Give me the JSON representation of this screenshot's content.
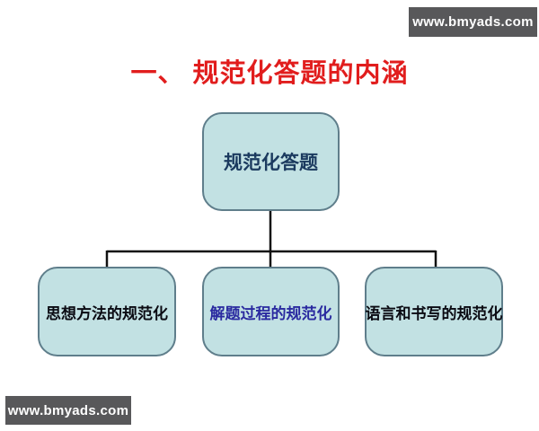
{
  "page": {
    "background_color": "#ffffff",
    "banner_bg_color": "#58585a",
    "banner_text_color": "#ffffff",
    "watermark_top": "www.bmyads.com",
    "watermark_bottom": "www.bmyads.com"
  },
  "title": {
    "text": "一、 规范化答题的内涵",
    "color": "#e11d1d"
  },
  "diagram": {
    "type": "hierarchy",
    "box_fill_color": "#c2e1e3",
    "box_border_color": "#5f7e8b",
    "connector_color": "#111111",
    "root": {
      "label": "规范化答题",
      "text_color": "#1b3a5f"
    },
    "children": [
      {
        "label": "思想方法的规范化",
        "text_color": "#0a0a12"
      },
      {
        "label": "解题过程的规范化",
        "text_color": "#2a2aa0"
      },
      {
        "label": "语言和书写的规范化",
        "text_color": "#0a0a12"
      }
    ]
  }
}
